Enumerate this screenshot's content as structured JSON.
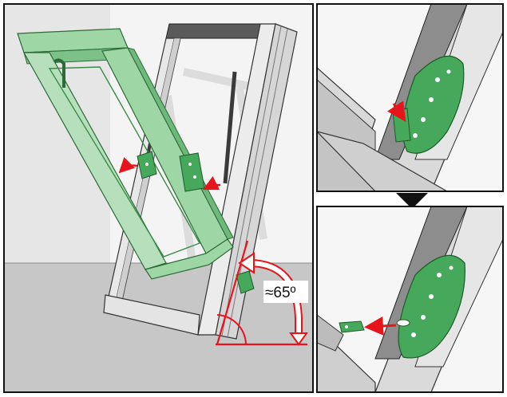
{
  "angle_label": "≈65º",
  "colors": {
    "frame_fill": "#e8e8e8",
    "frame_dark": "#4a4a4a",
    "sash_green": "#9fd6a6",
    "sash_green_dark": "#3b8c4a",
    "hinge_green": "#46a85a",
    "arrow_red": "#e8141c",
    "wall": "#e6e6e6",
    "floor": "#c7c7c7",
    "panel_border": "#111111"
  },
  "panels": {
    "main": "installation-overview",
    "detail_top": "hinge-detail-before",
    "detail_bottom": "hinge-detail-after"
  }
}
